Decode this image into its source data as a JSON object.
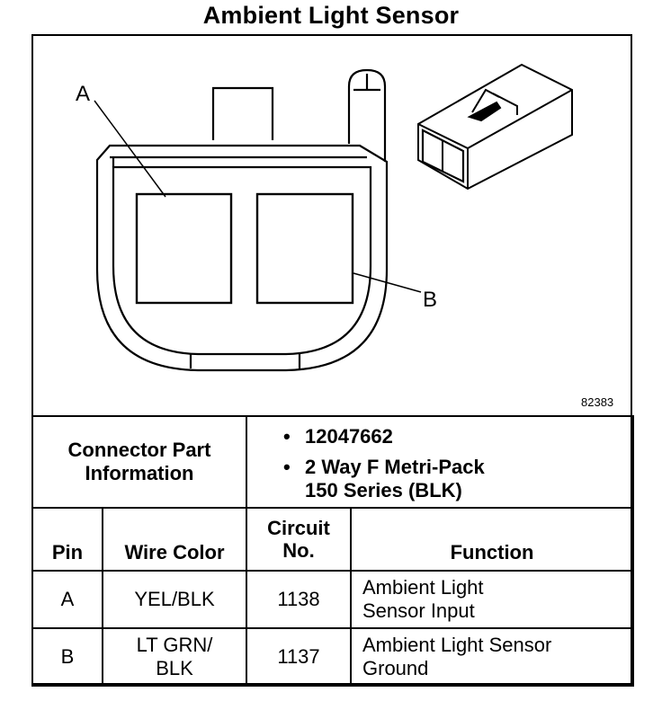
{
  "title": "Ambient Light Sensor",
  "figure_number": "82383",
  "callouts": {
    "a": "A",
    "b": "B"
  },
  "connector_info": {
    "label": "Connector Part Information",
    "part_number": "12047662",
    "description_line1": "2 Way F Metri-Pack",
    "description_line2": "150 Series (BLK)"
  },
  "table_headers": {
    "pin": "Pin",
    "wire_color": "Wire Color",
    "circuit_line1": "Circuit",
    "circuit_line2": "No.",
    "function": "Function"
  },
  "rows": [
    {
      "pin": "A",
      "wire_color": "YEL/BLK",
      "wire_color_line2": "",
      "circuit": "1138",
      "function_line1": "Ambient Light",
      "function_line2": "Sensor Input"
    },
    {
      "pin": "B",
      "wire_color": "LT GRN/",
      "wire_color_line2": "BLK",
      "circuit": "1137",
      "function_line1": "Ambient Light Sensor",
      "function_line2": "Ground"
    }
  ]
}
